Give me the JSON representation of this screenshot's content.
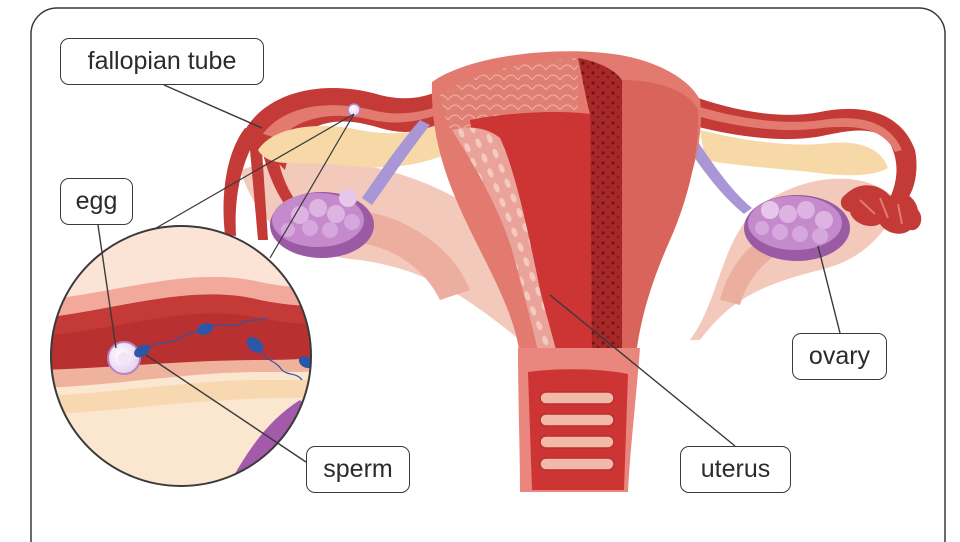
{
  "diagram": {
    "labels": {
      "fallopian_tube": "fallopian tube",
      "egg": "egg",
      "ovary": "ovary",
      "sperm": "sperm",
      "uterus": "uterus"
    },
    "colors": {
      "tissue_dark": "#b8302f",
      "tissue_red": "#cc3534",
      "tissue_pink": "#e9867d",
      "tissue_light": "#f2b8a8",
      "cream": "#f6d9a6",
      "ovary_purple": "#b882c0",
      "ligament_violet": "#a996d6",
      "sperm_blue": "#2d56a8",
      "frame": "#3a3a3a"
    }
  }
}
